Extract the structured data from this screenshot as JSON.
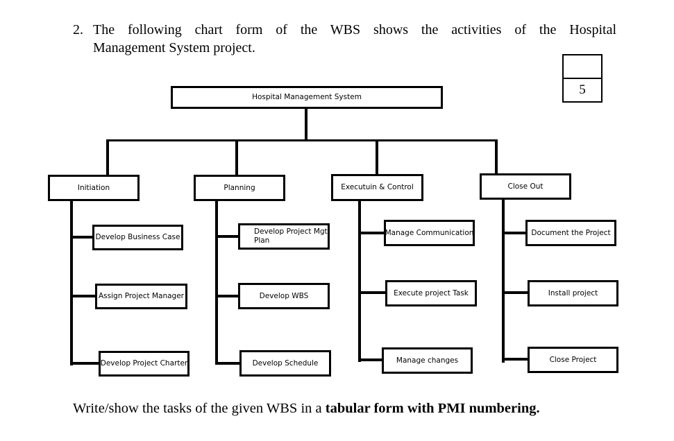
{
  "question": {
    "number": "2.",
    "line1": "The following chart form of the WBS shows the activities of the Hospital",
    "line2": "Management System project."
  },
  "marks_box": {
    "top_cell": "",
    "value": "5"
  },
  "wbs": {
    "root": "Hospital Management System",
    "branches": [
      {
        "label": "Initiation",
        "children": [
          "Develop Business Case",
          "Assign Project Manager",
          "Develop Project Charter"
        ]
      },
      {
        "label": "Planning",
        "children": [
          "Develop Project Mgt Plan",
          "Develop WBS",
          "Develop Schedule"
        ]
      },
      {
        "label": "Executuin & Control",
        "children": [
          "Manage Communication",
          "Execute project Task",
          "Manage changes"
        ]
      },
      {
        "label": "Close Out",
        "children": [
          "Document the Project",
          "Install project",
          "Close Project"
        ]
      }
    ]
  },
  "instruction": {
    "normal": "Write/show the tasks of the given WBS in a ",
    "bold": "tabular form with PMI numbering."
  },
  "colors": {
    "ink": "#000000",
    "background": "#ffffff"
  }
}
